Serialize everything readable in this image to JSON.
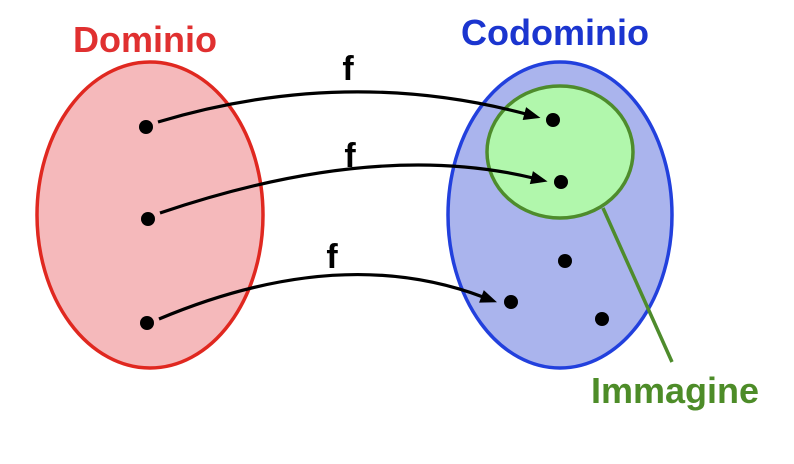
{
  "diagram": {
    "sets": {
      "domain": {
        "label": "Dominio",
        "point_count": 3
      },
      "codomain": {
        "label": "Codominio",
        "point_count": 5
      },
      "image": {
        "label": "Immagine",
        "point_count": 2
      }
    },
    "arrows": [
      {
        "label": "f"
      },
      {
        "label": "f"
      },
      {
        "label": "f"
      }
    ]
  },
  "colors": {
    "background": "#ffffff",
    "domain_fill": "#f5b9bb",
    "domain_stroke": "#e02820",
    "domain_label": "#e03030",
    "codomain_fill": "#aab4ed",
    "codomain_stroke": "#2240dd",
    "codomain_label": "#1b35cf",
    "image_fill": "#b1f7ac",
    "image_stroke": "#4e8c2c",
    "image_label": "#4d8c28",
    "arrow": "#000000",
    "point": "#000000"
  }
}
